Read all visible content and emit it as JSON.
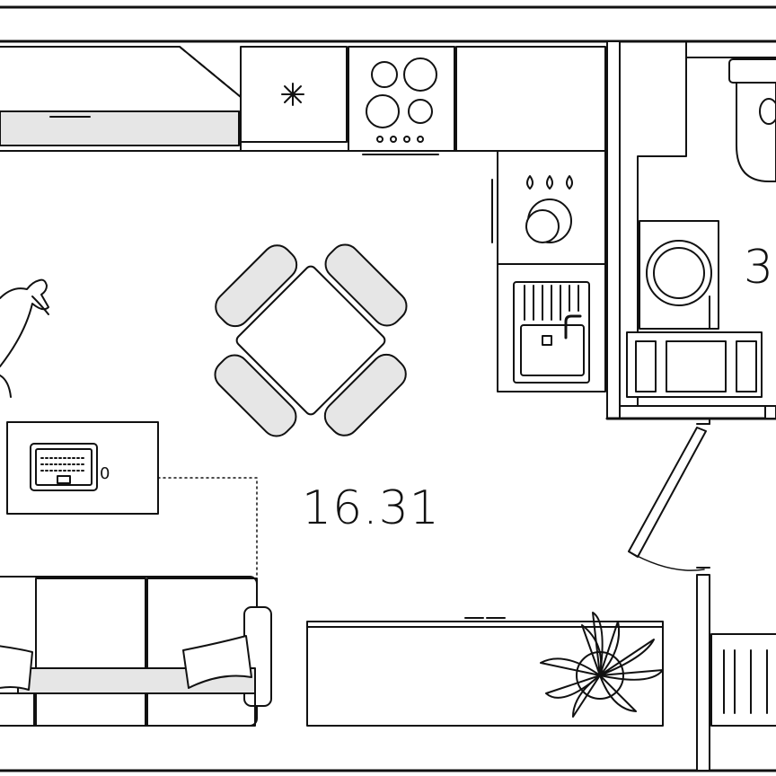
{
  "floor_plan": {
    "rooms": [
      {
        "id": "studio",
        "area_label": "16.31"
      },
      {
        "id": "bathroom",
        "area_label": "3"
      }
    ],
    "laptop_indicator": "0",
    "colors": {
      "wall_fill": "#ffffff",
      "line": "#111111",
      "furniture_fill": "#e6e6e6",
      "background": "#ffffff"
    },
    "furniture": [
      "kitchen-counter",
      "hob",
      "oven",
      "sink",
      "dining-table",
      "chairs",
      "sofa",
      "desk",
      "laptop",
      "dog",
      "plant",
      "cabinet",
      "washing-machine",
      "toilet",
      "radiator"
    ]
  }
}
